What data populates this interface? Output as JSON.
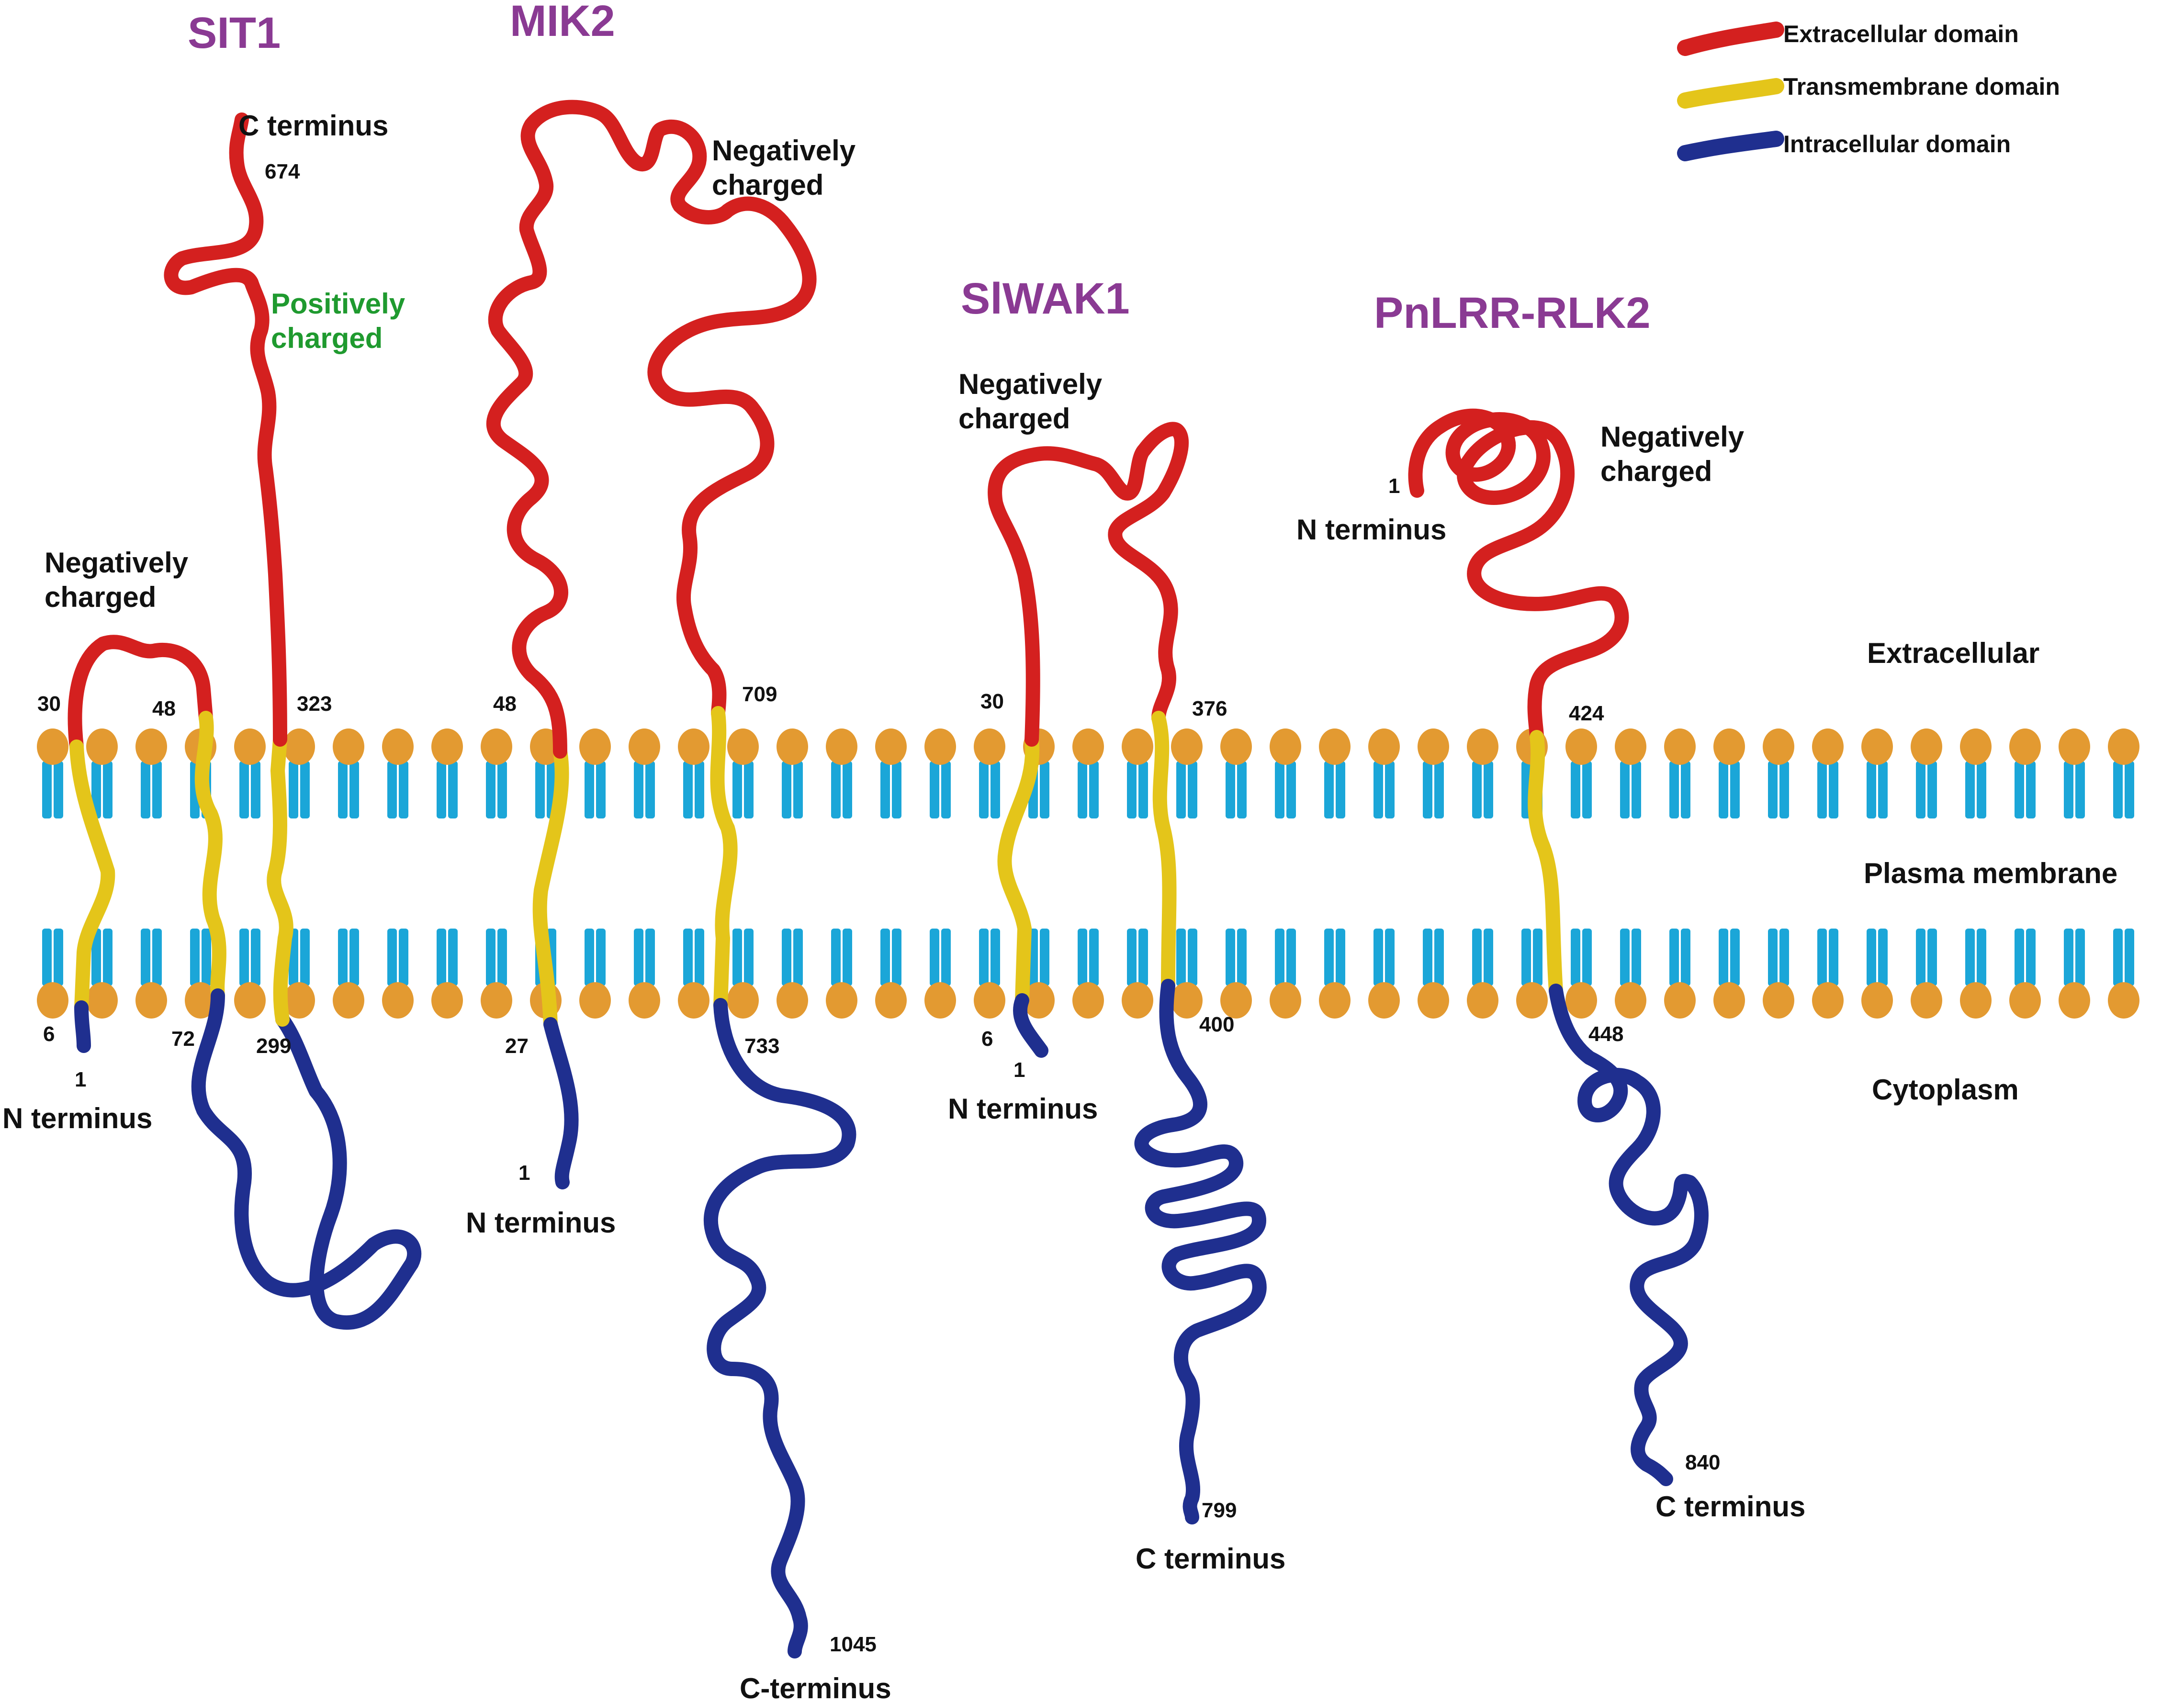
{
  "legend": {
    "extracellular": "Extracellular domain",
    "transmembrane": "Transmembrane domain",
    "intracellular": "Intracellular domain"
  },
  "colors": {
    "extracellular": "#d4201f",
    "transmembrane": "#e4c51a",
    "intracellular": "#1f2f8f",
    "lipid_head": "#e39a31",
    "lipid_tail": "#1ba6d8",
    "title": "#8a3a93",
    "positive_charge": "#1f9a2f"
  },
  "regions": {
    "extracellular": "Extracellular",
    "membrane": "Plasma membrane",
    "cytoplasm": "Cytoplasm"
  },
  "proteins": {
    "sit1": {
      "name": "SIT1",
      "c_terminus": "C terminus",
      "c_num": "674",
      "positive_1": "Positively",
      "positive_2": "charged",
      "negative_1": "Negatively",
      "negative_2": "charged",
      "n30": "30",
      "n48": "48",
      "n323": "323",
      "n6": "6",
      "n1": "1",
      "n72": "72",
      "n299": "299",
      "n_terminus": "N terminus"
    },
    "mik2": {
      "name": "MIK2",
      "negative_1": "Negatively",
      "negative_2": "charged",
      "n48": "48",
      "n709": "709",
      "n27": "27",
      "n733": "733",
      "n1": "1",
      "n_terminus": "N terminus",
      "n1045": "1045",
      "c_terminus": "C-terminus"
    },
    "siwak1": {
      "name": "SlWAK1",
      "negative_1": "Negatively",
      "negative_2": "charged",
      "n30": "30",
      "n376": "376",
      "n6": "6",
      "n1": "1",
      "n400": "400",
      "n_terminus": "N terminus",
      "n799": "799",
      "c_terminus": "C terminus"
    },
    "pnlrr": {
      "name": "PnLRR-RLK2",
      "negative_1": "Negatively",
      "negative_2": "charged",
      "n1": "1",
      "n_terminus": "N terminus",
      "n424": "424",
      "n448": "448",
      "n840": "840",
      "c_terminus": "C terminus"
    }
  }
}
